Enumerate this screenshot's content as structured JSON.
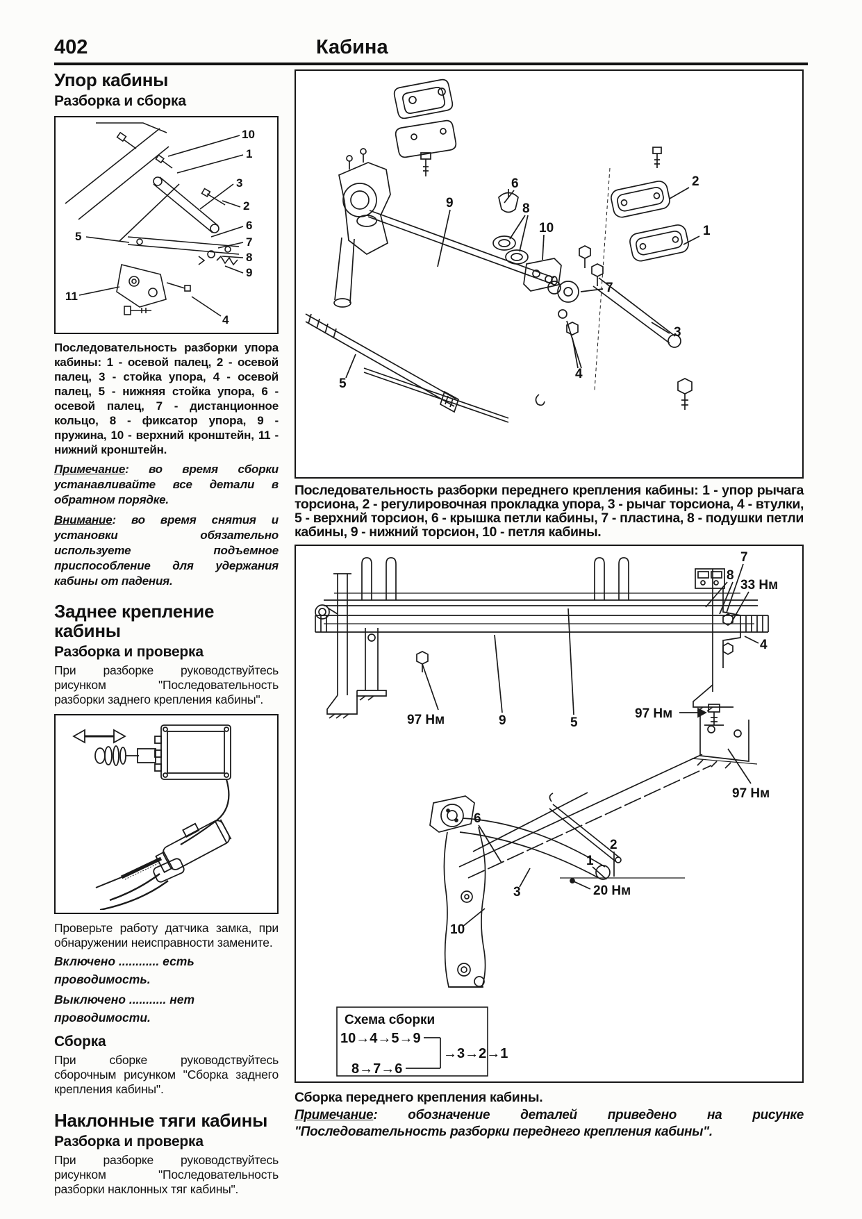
{
  "page": {
    "number": "402",
    "title": "Кабина"
  },
  "left": {
    "s1_title": "Упор кабины",
    "s1_sub": "Разборка и сборка",
    "fig1_caption": "Последовательность разборки упора кабины: 1 - осевой палец, 2 - осевой палец, 3 - стойка упора, 4 - осевой палец, 5 - нижняя стойка упора, 6 - осевой палец, 7 - дистанционное кольцо, 8 - фиксатор упора, 9 - пружина, 10 - верхний кронштейн, 11 - нижний кронштейн.",
    "note1_label": "Примечание",
    "note1_rest": ": во время сборки устанавливайте все детали в обратном порядке.",
    "note2_label": "Внимание",
    "note2_rest": ": во время снятия и установки обязательно используете подъемное приспособление для удержания кабины от падения.",
    "s2_title": "Заднее крепление кабины",
    "s2_sub": "Разборка и проверка",
    "s2_p1": "При разборке руководствуйтесь рисунком \"Последовательность разборки заднего крепления кабины\".",
    "check_p": "Проверьте работу датчика замка, при обнаружении неисправности замените.",
    "cond_on": "Включено ............ есть проводимость.",
    "cond_off": "Выключено ........... нет проводимости.",
    "s3_sub": "Сборка",
    "s3_p": "При сборке руководствуйтесь сборочным рисунком \"Сборка заднего крепления кабины\".",
    "s4_title": "Наклонные тяги кабины",
    "s4_sub": "Разборка и проверка",
    "s4_p": "При разборке руководствуйтесь рисунком \"Последовательность разборки наклонных тяг кабины\"."
  },
  "right": {
    "fig3_caption": "Последовательность разборки переднего крепления кабины: 1 - упор рычага торсиона, 2 - регулировочная прокладка упора, 3 - рычаг торсиона, 4 - втулки, 5 - верхний торсион, 6 - крышка петли кабины, 7 - пластина, 8 - подушки петли кабины, 9 - нижний торсион, 10 - петля кабины.",
    "fig4_caption": "Сборка переднего крепления кабины.",
    "note_label": "Примечание",
    "note_rest": ": обозначение деталей приведено на рисунке \"Последовательность разборки переднего крепления кабины\"."
  },
  "labels": {
    "n1": "1",
    "n2": "2",
    "n3": "3",
    "n4": "4",
    "n5": "5",
    "n6": "6",
    "n7": "7",
    "n8": "8",
    "n9": "9",
    "n10": "10",
    "n11": "11",
    "nm33": "33 Нм",
    "nm97": "97 Нм",
    "nm20": "20 Нм"
  },
  "scheme": {
    "title": "Схема сборки",
    "row1": "10→4→5→9",
    "row2": "8→7→6",
    "merge": "→3→2→1"
  }
}
